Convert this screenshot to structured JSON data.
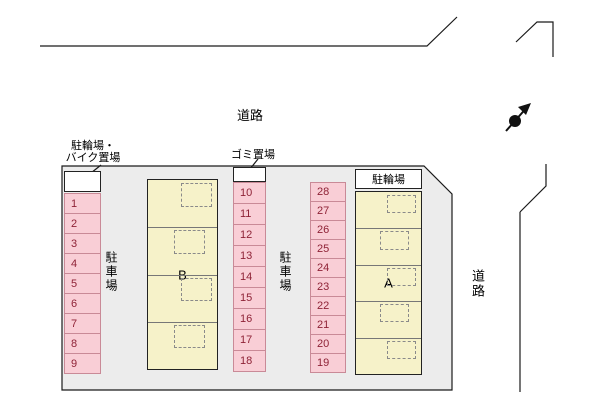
{
  "labels": {
    "road_top": "道路",
    "road_right": "道路",
    "bike_area": "駐輪場・\nバイク置場",
    "garbage": "ゴミ置場",
    "bicycle_right": "駐輪場",
    "parking": "駐車場"
  },
  "parking_columns": {
    "left": [
      "1",
      "2",
      "3",
      "4",
      "5",
      "6",
      "7",
      "8",
      "9"
    ],
    "middle": [
      "10",
      "11",
      "12",
      "13",
      "14",
      "15",
      "16",
      "17",
      "18"
    ],
    "right": [
      "28",
      "27",
      "26",
      "25",
      "24",
      "23",
      "22",
      "21",
      "20",
      "19"
    ]
  },
  "buildings": [
    {
      "label": "B",
      "units": 4
    },
    {
      "label": "A",
      "units": 5
    }
  ],
  "colors": {
    "plot_bg": "#ececec",
    "space_fill": "#f9ced6",
    "space_border": "#c98a97",
    "space_text": "#8e2236",
    "building_fill": "#f6f2c9",
    "line": "#1a1a1a"
  }
}
